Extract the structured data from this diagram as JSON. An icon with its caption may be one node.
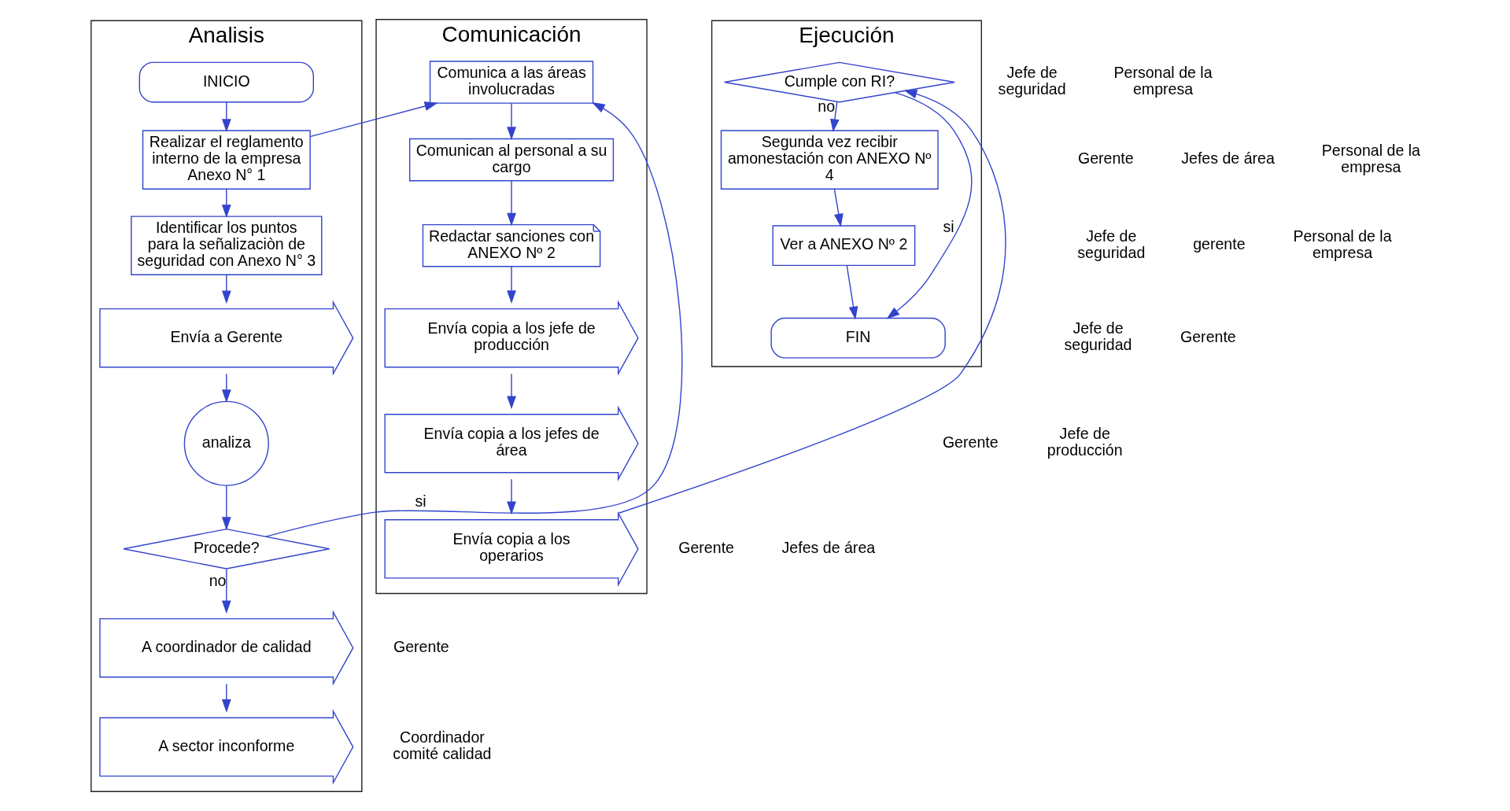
{
  "diagram": {
    "nodes": [
      {
        "text": [
          "Analisis"
        ]
      },
      {
        "text": [
          "Comunicación"
        ]
      },
      {
        "text": [
          "Ejecución"
        ]
      },
      {
        "text": [
          "INICIO"
        ],
        "in": 0
      },
      {
        "text": [
          "Realizar el reglamento interno de la empresa Anexo N° 1"
        ],
        "in": 0
      },
      {
        "text": [
          "Identificar los puntos para la señalizaciòn de seguridad con Anexo N° 3"
        ],
        "in": 0
      },
      {
        "text": [
          "Envía a Gerente"
        ],
        "in": 0
      },
      {
        "text": [
          "analiza"
        ],
        "in": 0
      },
      {
        "text": [
          "Procede?"
        ],
        "in": 0
      },
      {
        "text": [
          "A coordinador de calidad"
        ],
        "in": 0
      },
      {
        "text": [
          "A sector inconforme"
        ],
        "in": 0
      },
      {
        "text": [
          "Comunica a las áreas involucradas"
        ],
        "in": 1
      },
      {
        "text": [
          "Comunican al personal a su cargo"
        ],
        "in": 1
      },
      {
        "text": [
          "Redactar sanciones con ANEXO Nº 2"
        ],
        "in": 1
      },
      {
        "text": [
          "Envía copia a los jefe de producción"
        ],
        "in": 1
      },
      {
        "text": [
          "Envía copia a los jefes de área"
        ],
        "in": 1
      },
      {
        "text": [
          "Envía copia a los operarios"
        ],
        "in": 1
      },
      {
        "text": [
          "Cumple con RI?"
        ],
        "in": 2
      },
      {
        "text": [
          "Segunda vez recibir amonestación con ANEXO Nº 4"
        ],
        "in": 2
      },
      {
        "text": [
          "Ver a ANEXO Nº 2"
        ],
        "in": 2
      },
      {
        "text": [
          "FIN"
        ],
        "in": 2
      }
    ],
    "edges": [
      {
        "from": 3,
        "to": 4,
        "arrow": "to"
      },
      {
        "from": 4,
        "to": 5,
        "arrow": "to"
      },
      {
        "from": 5,
        "to": 6,
        "arrow": "to"
      },
      {
        "from": 6,
        "to": 7,
        "arrow": "to"
      },
      {
        "from": 7,
        "to": 8,
        "arrow": "to"
      },
      {
        "from": 8,
        "to": 9,
        "arrow": "to",
        "label": "no"
      },
      {
        "from": 9,
        "to": 10,
        "arrow": "to"
      },
      {
        "from": 4,
        "to": 11,
        "arrow": "to"
      },
      {
        "from": 8,
        "to": 11,
        "arrow": "to",
        "label": "si"
      },
      {
        "from": 11,
        "to": 12,
        "arrow": "to"
      },
      {
        "from": 12,
        "to": 13,
        "arrow": "to"
      },
      {
        "from": 13,
        "to": 14,
        "arrow": "to"
      },
      {
        "from": 14,
        "to": 15,
        "arrow": "to"
      },
      {
        "from": 15,
        "to": 16,
        "arrow": "to"
      },
      {
        "from": 16,
        "to": 17,
        "arrow": "to"
      },
      {
        "from": 17,
        "to": 18,
        "arrow": "to",
        "label": "no"
      },
      {
        "from": 18,
        "to": 19,
        "arrow": "to"
      },
      {
        "from": 19,
        "to": 20,
        "arrow": "to"
      },
      {
        "from": 17,
        "to": 20,
        "arrow": "to",
        "label": "si"
      }
    ],
    "labels": [
      "Gerente",
      "Jefe de seguridad",
      "Jefe de seguridad",
      "Gerente",
      "Gerente",
      "Gerente",
      "Coordinador comité calidad",
      "Jefe de seguridad",
      "Jefes de área",
      "gerente",
      "Gerente",
      "Jefe de producción",
      "Jefes de área",
      "Personal de la empresa",
      "Personal de la empresa",
      "Personal de la empresa"
    ]
  }
}
